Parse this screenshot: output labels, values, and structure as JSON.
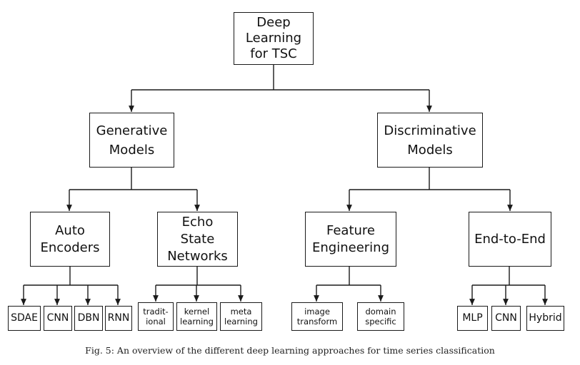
{
  "diagram": {
    "root": "Deep\nLearning\nfor TSC",
    "generative": {
      "label": "Generative\nModels",
      "auto_encoders": {
        "label": "Auto\nEncoders",
        "children": [
          "SDAE",
          "CNN",
          "DBN",
          "RNN"
        ]
      },
      "echo_state_networks": {
        "label": "Echo\nState\nNetworks",
        "children": [
          "tradit-\nional",
          "kernel\nlearning",
          "meta\nlearning"
        ]
      }
    },
    "discriminative": {
      "label": "Discriminative\nModels",
      "feature_engineering": {
        "label": "Feature\nEngineering",
        "children": [
          "image\ntransform",
          "domain\nspecific"
        ]
      },
      "end_to_end": {
        "label": "End-to-End",
        "children": [
          "MLP",
          "CNN",
          "Hybrid"
        ]
      }
    }
  },
  "caption": "Fig. 5: An overview of the different deep learning approaches for time series classification"
}
